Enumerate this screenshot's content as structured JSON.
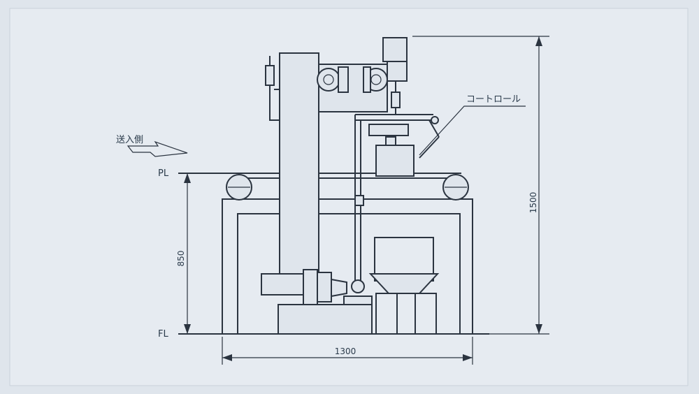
{
  "labels": {
    "feed_side": "送入側",
    "coat_roll": "コートロール",
    "pl": "PL",
    "fl": "FL"
  },
  "dimensions": {
    "height_total": "1500",
    "pass_line_height": "850",
    "width": "1300"
  }
}
